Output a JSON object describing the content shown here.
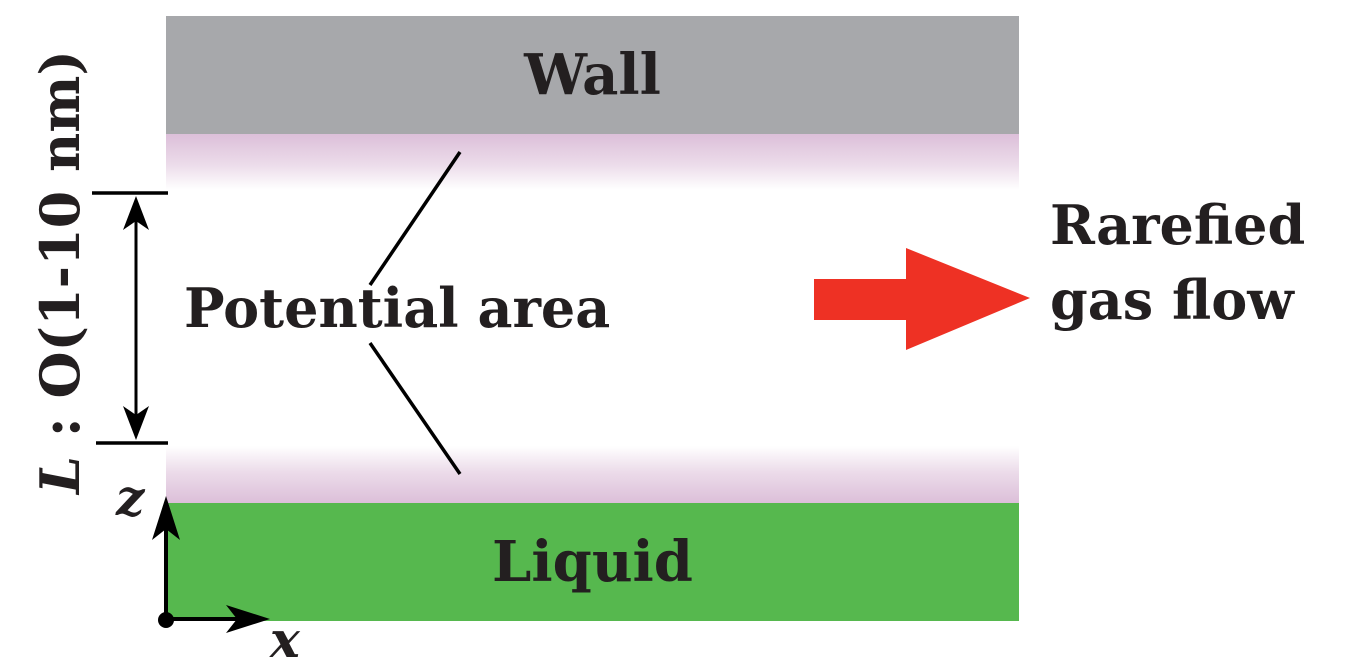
{
  "regions": {
    "wall": "Wall",
    "liquid": "Liquid",
    "potential_area": "Potential area"
  },
  "flow": {
    "line1": "Rarefied",
    "line2": "gas flow",
    "arrow_color": "#ee3124"
  },
  "length_scale": {
    "symbol": "L",
    "text": " : O(1-10 nm)"
  },
  "axes": {
    "z": "z",
    "x": "x"
  },
  "colors": {
    "wall": "#a7a8ab",
    "liquid": "#56b84e",
    "potential_gradient": "#dcbfd9",
    "text": "#231f20"
  }
}
